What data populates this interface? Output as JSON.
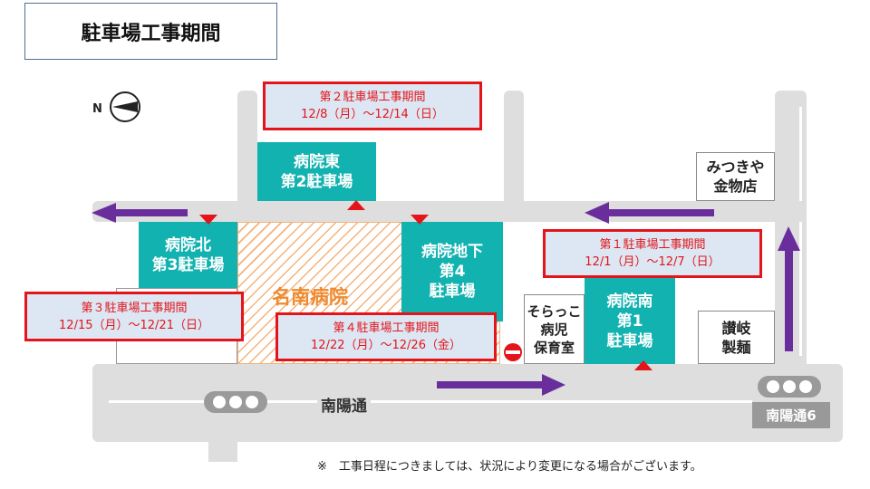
{
  "title": "駐車場工事期間",
  "compass": "N",
  "lots": {
    "east": "病院東\n第2駐車場",
    "north": "病院北\n第3駐車場",
    "basement": "病院地下\n第4\n駐車場",
    "south": "病院南\n第1\n駐車場"
  },
  "hospital": "名南病院",
  "landmarks": {
    "mitsukiya": "みつきや\n金物店",
    "soracco": "そらっこ\n病児\n保育室",
    "sanuki": "讃岐\n製麺"
  },
  "notices": [
    {
      "title": "第１駐車場工事期間",
      "period": "12/1（月）～12/7（日）"
    },
    {
      "title": "第２駐車場工事期間",
      "period": "12/8（月）～12/14（日）"
    },
    {
      "title": "第３駐車場工事期間",
      "period": "12/15（月）～12/21（日）"
    },
    {
      "title": "第４駐車場工事期間",
      "period": "12/22（月）～12/26（金）"
    }
  ],
  "roads": {
    "main": "南陽通",
    "signal": "南陽通6"
  },
  "footnote": "※　工事日程につきましては、状況により変更になる場合がございます。",
  "colors": {
    "teal": "#12b2b0",
    "red": "#e4141a",
    "arrow": "#6a2e9c",
    "road": "#dedede"
  }
}
